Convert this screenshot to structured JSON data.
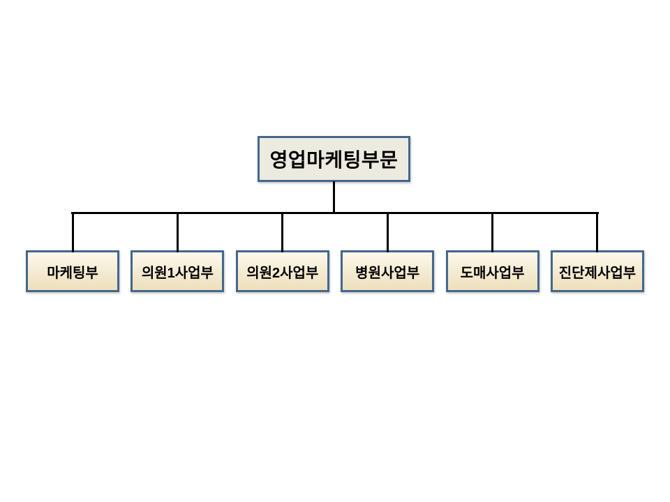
{
  "diagram": {
    "type": "org-chart",
    "root": {
      "label": "영업마케팅부문"
    },
    "children": [
      {
        "label": "마케팅부"
      },
      {
        "label": "의원1사업부"
      },
      {
        "label": "의원2사업부"
      },
      {
        "label": "병원사업부"
      },
      {
        "label": "도매사업부"
      },
      {
        "label": "진단제사업부"
      }
    ]
  },
  "colors": {
    "background": "#FFFFFF",
    "node_border": "#44678C",
    "root_fill": "#EDEBE0",
    "child_fill_top": "#FDF9EC",
    "child_fill_mid": "#F4EAD1",
    "child_fill_bottom": "#EEE0BC",
    "connector": "#000000",
    "text": "#000000"
  }
}
